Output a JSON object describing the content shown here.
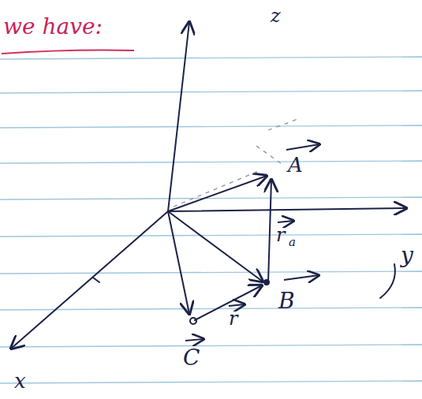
{
  "diagram": {
    "labels": [
      "we have:",
      "z",
      "y",
      "x",
      "A",
      "B",
      "C",
      "r",
      "a",
      "r"
    ]
  }
}
